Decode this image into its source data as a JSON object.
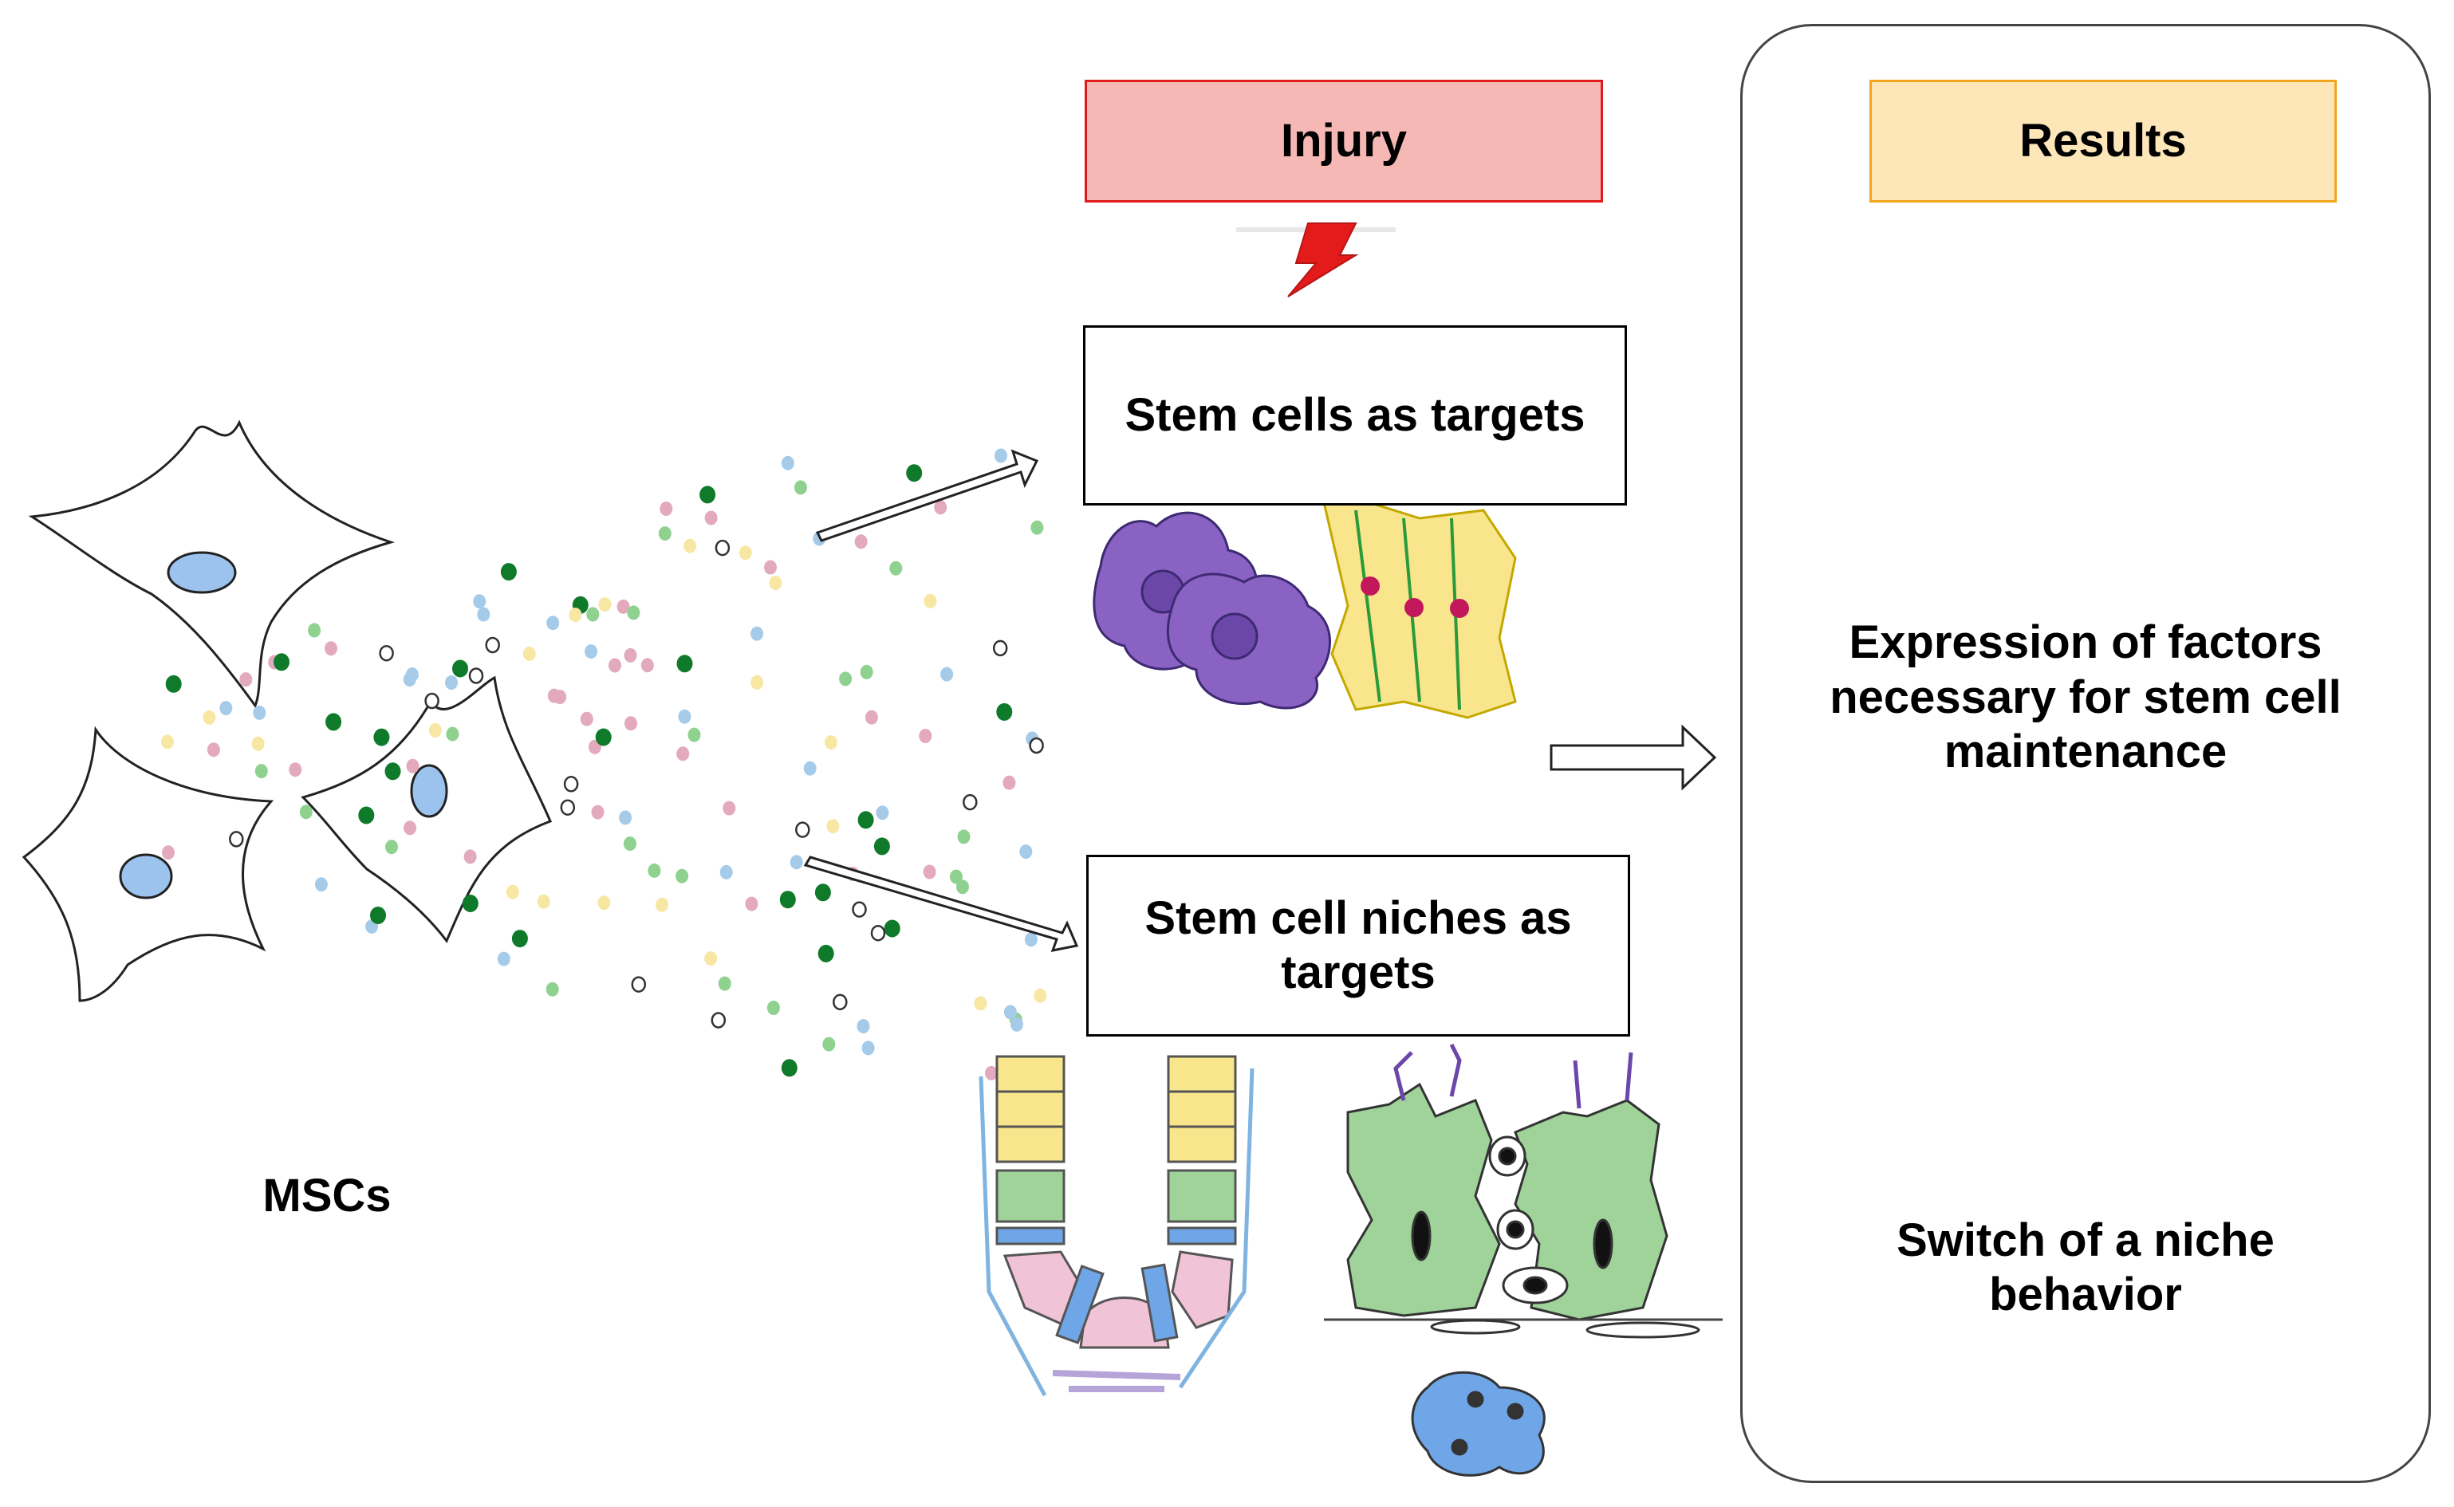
{
  "labels": {
    "injury": "Injury",
    "results": "Results",
    "stem_cells_targets": "Stem cells as targets",
    "stem_cell_niches_targets": "Stem cell niches as targets",
    "mscs": "MSCs",
    "expression": "Expression of factors necessary for stem cell maintenance",
    "switch": "Switch of a niche behavior"
  },
  "colors": {
    "injury_fill": "#f6b8b4",
    "injury_border": "#e01b1b",
    "results_fill": "#fde7b9",
    "results_border": "#f2a51d",
    "lightning": "#e31b1b",
    "nucleus_blue": "#9cc3ee",
    "dot_pink": "#e3a9bd",
    "dot_blue": "#a6cbe9",
    "dot_green_light": "#8fd18f",
    "dot_green_dark": "#0e7a2a",
    "dot_yellow": "#f8e7a3",
    "purple_cell": "#8a62c4",
    "yellow_cell": "#f8e58c",
    "green_cell": "#9fd39a",
    "pink_cell": "#f0c3d6",
    "blue_cell": "#6fa6e8",
    "scatter_dot": "#e52121",
    "heatmap_red": "#c81414",
    "heatmap_green": "#23b521"
  },
  "icons": [
    "msc-cell-icon",
    "secreted-factor-dots",
    "lightning-icon",
    "arrow-icon",
    "macrophage-icon",
    "neuron-icon",
    "crypt-icon",
    "bone-niche-icon",
    "scatter-plot-icon",
    "heatmap-icon"
  ]
}
